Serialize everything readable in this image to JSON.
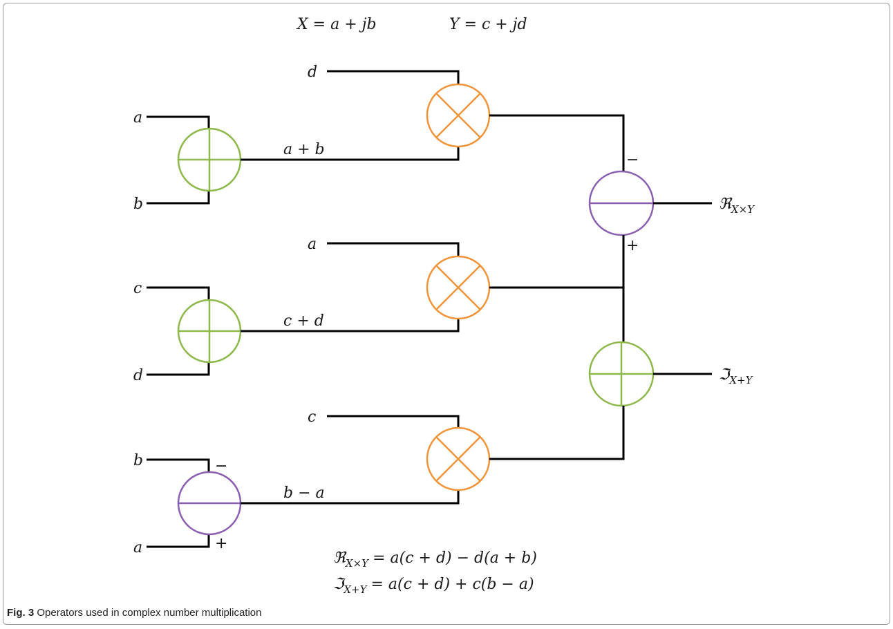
{
  "header": {
    "x_def": "X = a + jb",
    "y_def": "Y = c + jd"
  },
  "inputs": {
    "top_mult_d": "d",
    "adder1_a": "a",
    "adder1_b": "b",
    "adder1_out": "a + b",
    "mid_mult_a": "a",
    "adder2_c": "c",
    "adder2_d": "d",
    "adder2_out": "c + d",
    "bot_mult_c": "c",
    "sub1_b": "b",
    "sub1_a": "a",
    "sub1_out": "b − a"
  },
  "signs": {
    "sub1_minus": "−",
    "sub1_plus": "+",
    "subR_minus": "−",
    "subR_plus": "+"
  },
  "outputs": {
    "real": "ℜ",
    "real_sub": "X×Y",
    "imag": "ℑ",
    "imag_sub": "X+Y"
  },
  "equations": {
    "real_lhs": "ℜ",
    "real_lhs_sub": "X×Y",
    "real_rhs": "= a(c + d) − d(a + b)",
    "imag_lhs": "ℑ",
    "imag_lhs_sub": "X+Y",
    "imag_rhs": "= a(c + d) + c(b − a)"
  },
  "caption": {
    "label": "Fig. 3",
    "text": "Operators used in complex number multiplication"
  },
  "colors": {
    "adder": "#8db84a",
    "multiplier": "#f0943a",
    "subtractor": "#8a5fb0",
    "wire": "#000000"
  }
}
